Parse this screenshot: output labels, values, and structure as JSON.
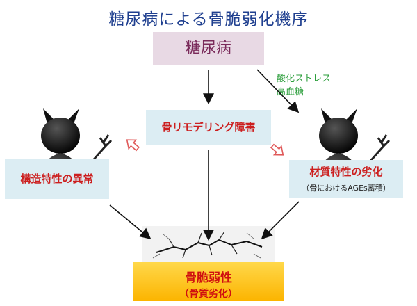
{
  "title": "糖尿病による骨脆弱化機序",
  "nodes": {
    "diabetes": "糖尿病",
    "remodeling": "骨リモデリング障害",
    "structural": "構造特性の異常",
    "material": "材質特性の劣化",
    "material_sub": "（骨におけるAGEs蓄積）",
    "fragility": "骨脆弱性",
    "fragility_sub": "（骨質劣化）"
  },
  "stress_labels": [
    "酸化ストレス",
    "高血糖"
  ],
  "colors": {
    "title": "#1f3f8f",
    "diabetes_bg": "#e8d9e4",
    "diabetes_text": "#7a2a5a",
    "box_bg": "#dcedf3",
    "red_text": "#cc1f1f",
    "green_text": "#2a9d3a",
    "fragility_bg": "#fcc21b"
  },
  "icons": [
    "devil-icon-left",
    "devil-icon-right",
    "cracked-bone-image"
  ]
}
